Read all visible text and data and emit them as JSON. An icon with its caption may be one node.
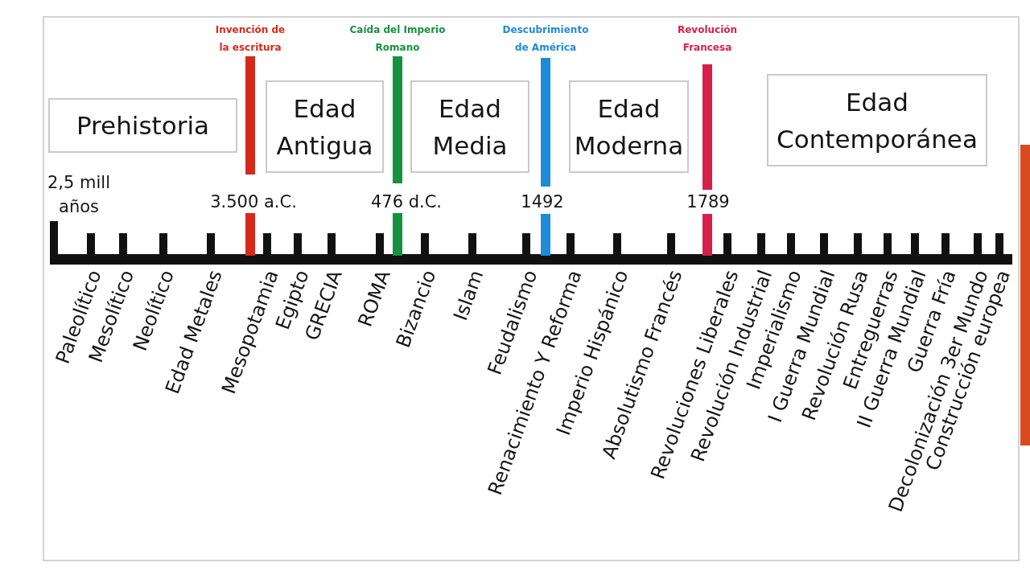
{
  "diagram": {
    "nodes": [
      {
        "text": [
          "Prehistoria"
        ]
      },
      {
        "text": [
          "Edad Antigua"
        ]
      },
      {
        "text": [
          "Edad Media"
        ]
      },
      {
        "text": [
          "Edad Moderna"
        ]
      },
      {
        "text": [
          "Edad Contemporánea"
        ]
      }
    ],
    "labels": [
      "Invención de la escritura",
      "Caída del Imperio Romano",
      "Descubrimiento de América",
      "Revolución Francesa",
      "2,5 mill años",
      "3.500 a.C.",
      "476 d.C.",
      "1492",
      "1789",
      "Paleolítico",
      "Mesolítico",
      "Neolítico",
      "Edad Metales",
      "Mesopotamia",
      "Egipto",
      "GRECIA",
      "ROMA",
      "Bizancio",
      "Islam",
      "Feudalismo",
      "Renacimiento Y Reforma",
      "Imperio Hispánico",
      "Absolutismo Francés",
      "Revoluciones Liberales",
      "Revolución Industrial",
      "Imperialismo",
      "I Guerra Mundial",
      "Revolución Rusa",
      "Entreguerras",
      "II Guerra Mundial",
      "Guerra Fría",
      "Decolonización 3er Mundo",
      "Construcción europea"
    ]
  }
}
